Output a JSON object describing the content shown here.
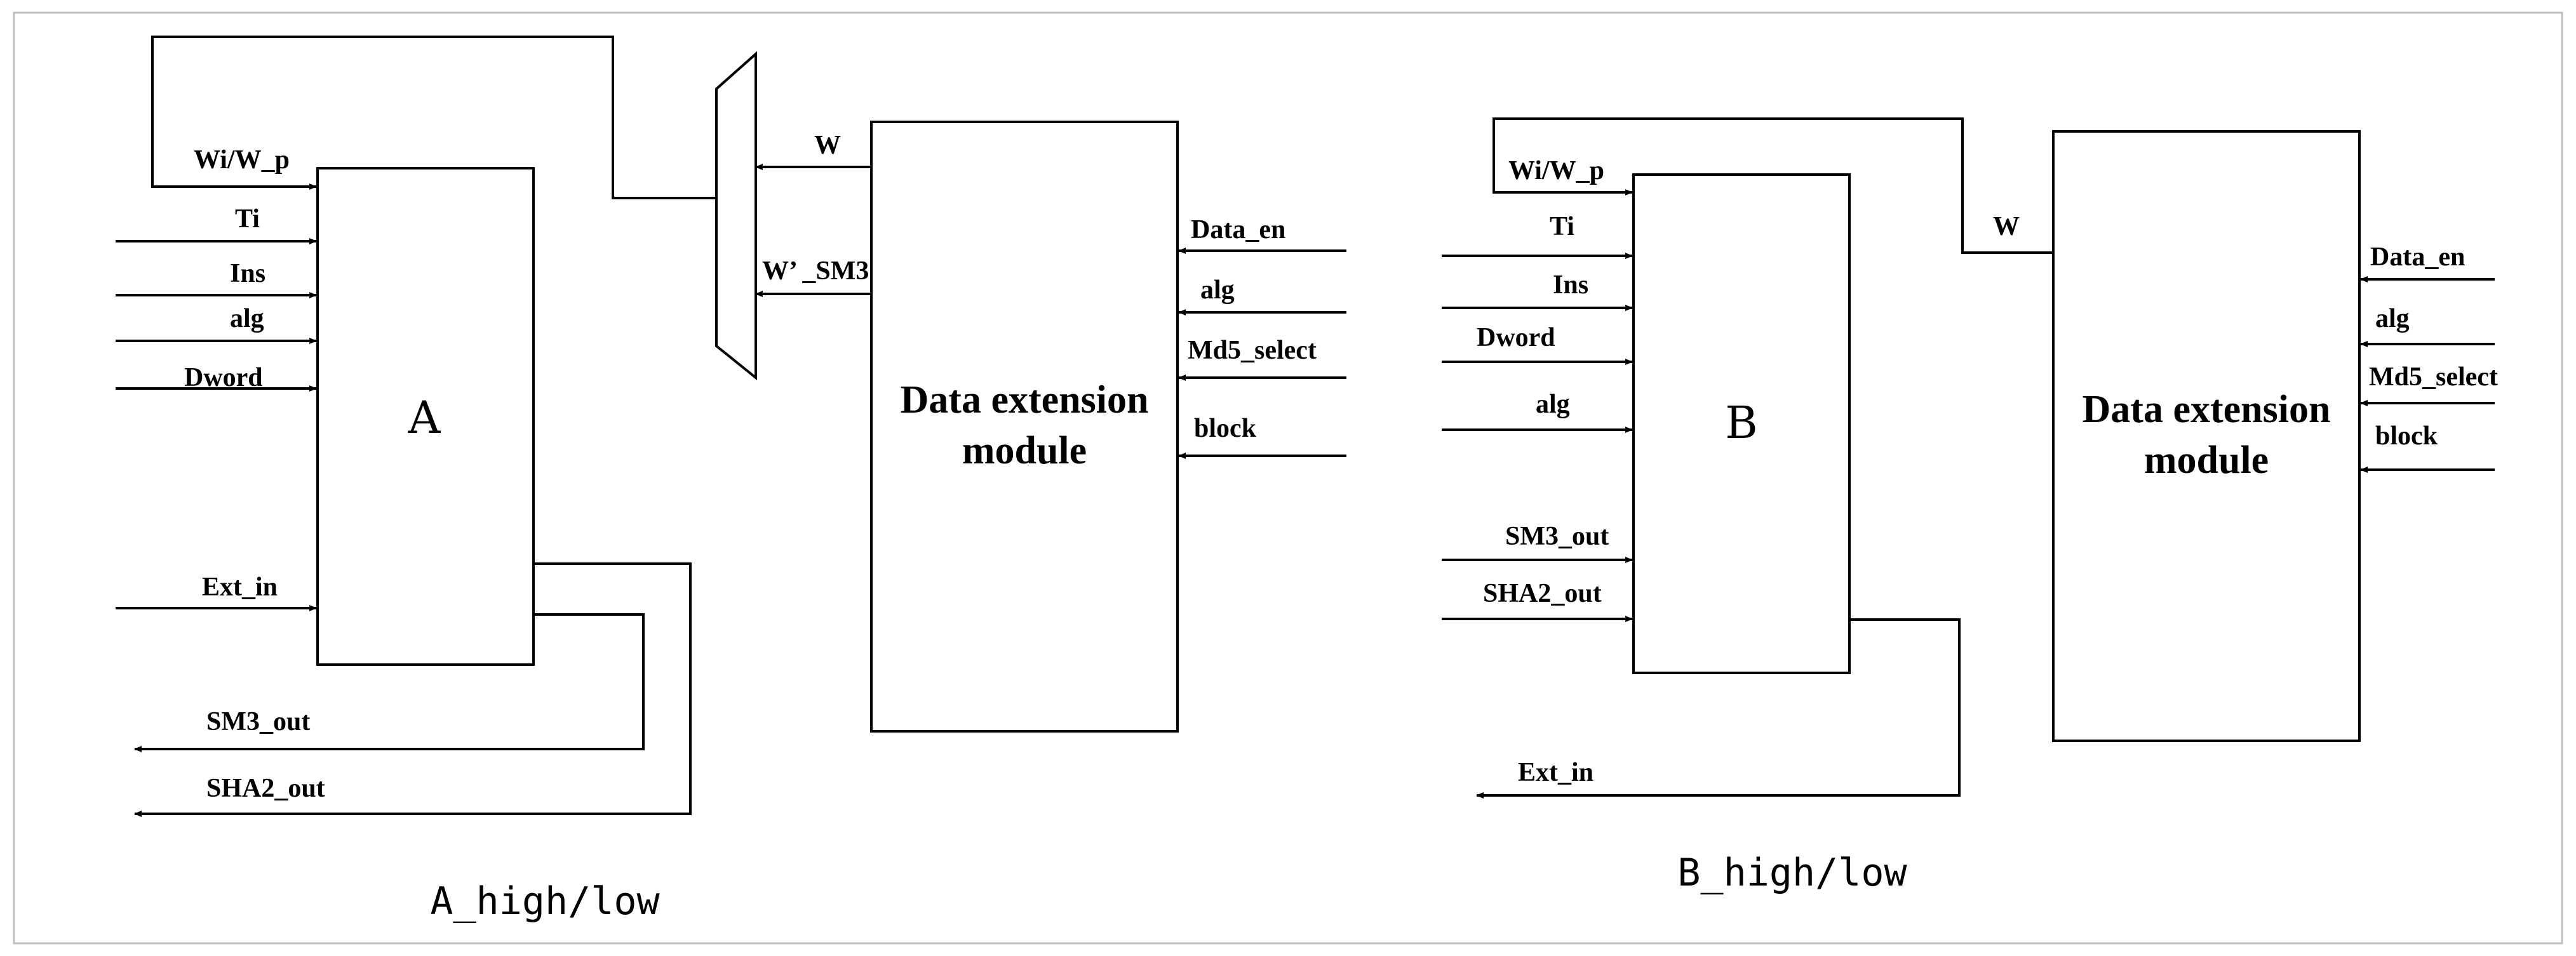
{
  "left": {
    "core_label": "A",
    "core_inputs": [
      "Wi/W_p",
      "Ti",
      "Ins",
      "alg",
      "Dword",
      "Ext_in"
    ],
    "core_outputs": [
      "SM3_out",
      "SHA2_out"
    ],
    "mux_inputs": [
      "W",
      "W’ _SM3"
    ],
    "ext_module_title": [
      "Data extension",
      "module"
    ],
    "ext_inputs": [
      "Data_en",
      "alg",
      "Md5_select",
      "block"
    ],
    "caption": "A_high/low"
  },
  "right": {
    "core_label": "B",
    "core_inputs": [
      "Wi/W_p",
      "Ti",
      "Ins",
      "Dword",
      "alg",
      "SM3_out",
      "SHA2_out"
    ],
    "core_outputs": [
      "Ext_in"
    ],
    "link_label": "W",
    "ext_module_title": [
      "Data extension",
      "module"
    ],
    "ext_inputs": [
      "Data_en",
      "alg",
      "Md5_select",
      "block"
    ],
    "caption": "B_high/low"
  }
}
